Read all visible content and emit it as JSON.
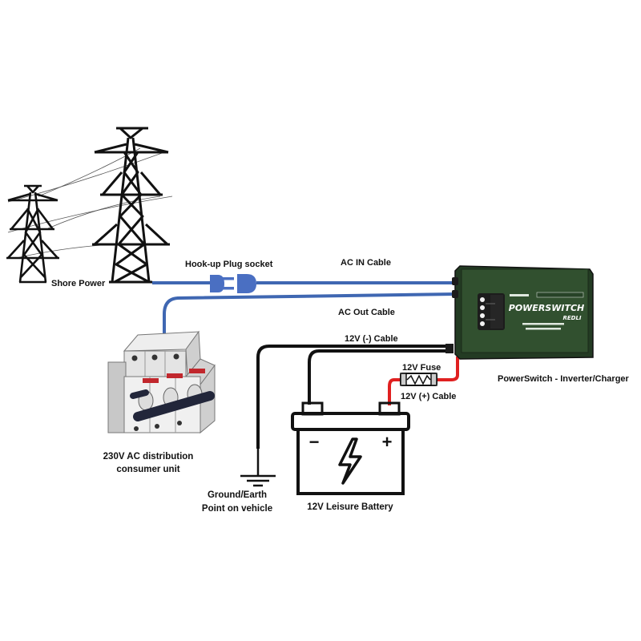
{
  "labels": {
    "shore_power": "Shore Power",
    "hookup_plug": "Hook-up Plug socket",
    "ac_in": "AC IN Cable",
    "ac_out": "AC Out Cable",
    "neg_cable": "12V (-) Cable",
    "fuse": "12V Fuse",
    "pos_cable": "12V (+) Cable",
    "powerswitch": "PowerSwitch - Inverter/Charger",
    "consumer_unit_line1": "230V AC distribution",
    "consumer_unit_line2": "consumer unit",
    "ground_line1": "Ground/Earth",
    "ground_line2": "Point on vehicle",
    "battery": "12V Leisure Battery",
    "battery_minus": "−",
    "battery_plus": "+"
  },
  "device": {
    "brand": "POWERSWITCH",
    "model_badge": "REDLI"
  },
  "colors": {
    "ac_cable": "#3f67b2",
    "dc_negative": "#111111",
    "dc_positive": "#e02020",
    "device_body": "#2e4a2e",
    "plug": "#4a6fc2"
  }
}
